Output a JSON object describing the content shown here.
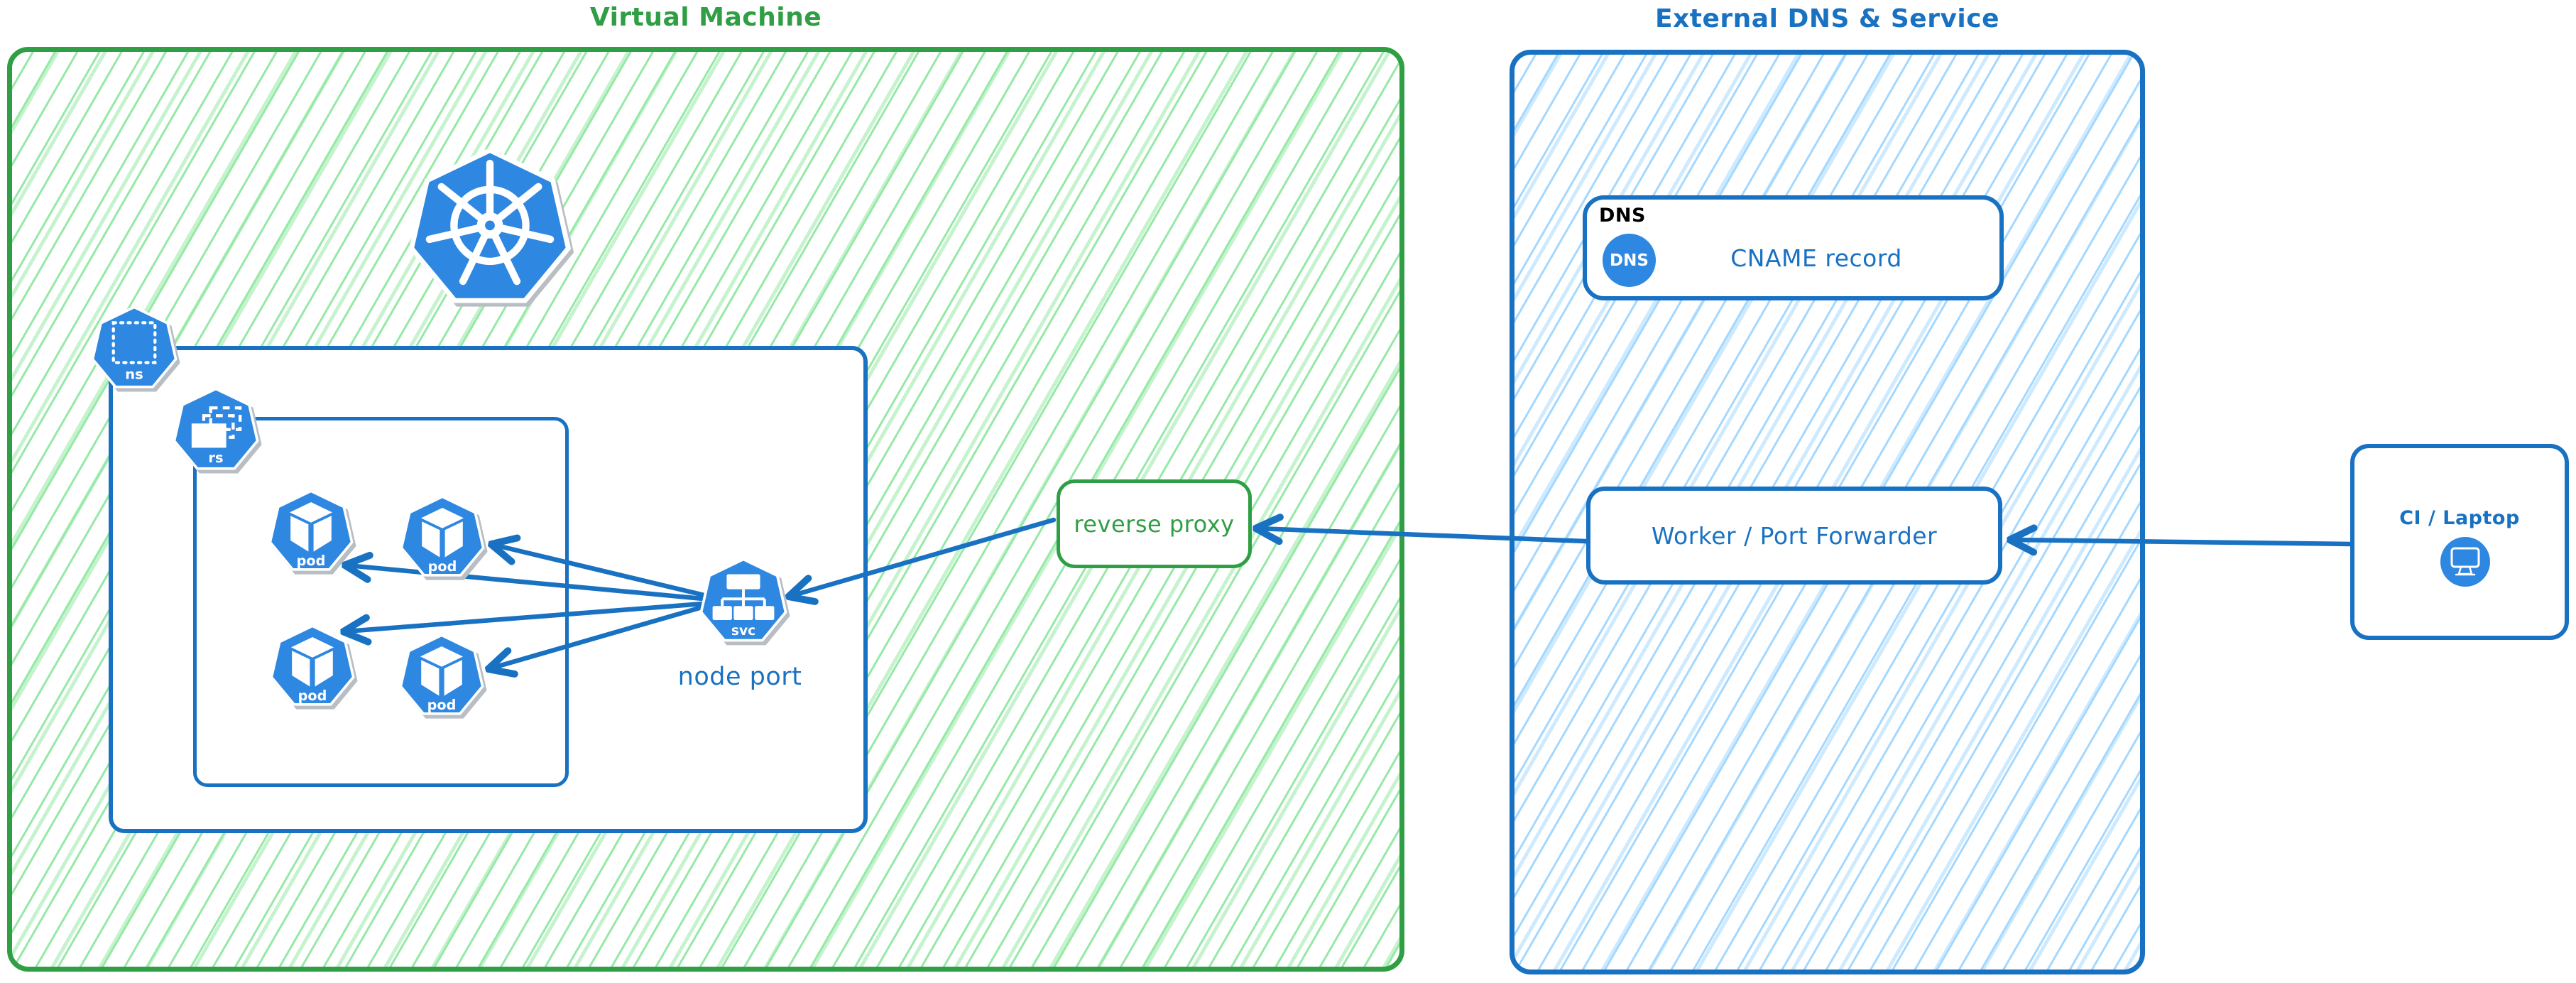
{
  "titles": {
    "vm": "Virtual Machine",
    "external": "External DNS & Service"
  },
  "kubernetes": {
    "namespace_badge": "ns",
    "replicaset_badge": "rs",
    "service_badge": "svc",
    "pod_badges": [
      "pod",
      "pod",
      "pod",
      "pod"
    ],
    "node_port_label": "node port"
  },
  "reverse_proxy": {
    "label": "reverse proxy"
  },
  "external": {
    "dns_group_label": "DNS",
    "dns_icon_label": "DNS",
    "cname_label": "CNAME record",
    "worker_label": "Worker / Port Forwarder"
  },
  "client": {
    "label": "CI / Laptop"
  },
  "icons": {
    "kubernetes_logo": "kubernetes-wheel-icon",
    "namespace": "namespace-heptagon-icon",
    "replicaset": "replicaset-heptagon-icon",
    "pod": "pod-cube-heptagon-icon",
    "service": "service-tree-heptagon-icon",
    "dns_badge": "dns-circle-badge-icon",
    "client_device": "monitor-icon"
  },
  "colors": {
    "green_stroke": "#2f9e44",
    "green_hatch": "#96e9a6",
    "blue_stroke": "#1971c2",
    "blue_hatch": "#a5d8ff",
    "icon_blue": "#2e87e0",
    "dns_group_text": "#000000",
    "background": "#ffffff"
  }
}
